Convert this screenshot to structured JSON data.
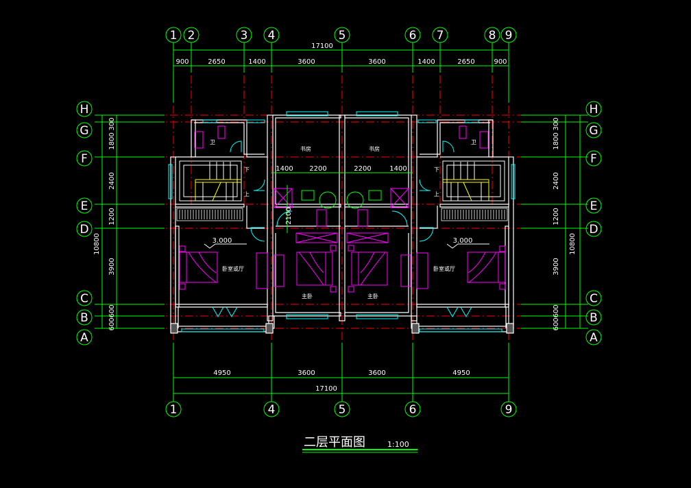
{
  "colors": {
    "background": "#000000",
    "grid_bubble": "#00ff00",
    "dimension": "#00ff00",
    "axis": "#ff0000",
    "wall": "#ffffff",
    "window": "#00ffff",
    "furniture": "#ff00ff",
    "stair": "#ffff00",
    "text": "#ffffff"
  },
  "title": {
    "main": "二层平面图",
    "scale": "1:100"
  },
  "axes_x": {
    "top": [
      "1",
      "2",
      "3",
      "4",
      "5",
      "6",
      "7",
      "8",
      "9"
    ],
    "bottom": [
      "1",
      "4",
      "5",
      "6",
      "9"
    ]
  },
  "axes_y": [
    "H",
    "G",
    "F",
    "E",
    "D",
    "C",
    "B",
    "A"
  ],
  "dims_top": {
    "total": "17100",
    "segments": [
      "900",
      "2650",
      "1400",
      "3600",
      "3600",
      "1400",
      "2650",
      "900"
    ]
  },
  "dims_bottom": {
    "total": "17100",
    "segments": [
      "4950",
      "3600",
      "3600",
      "4950"
    ]
  },
  "dims_left": {
    "total": "10800",
    "segments": [
      "300",
      "1800",
      "2400",
      "1200",
      "3900",
      "600",
      "600"
    ]
  },
  "dims_right": {
    "total": "10800",
    "segments": [
      "300",
      "1800",
      "2400",
      "1200",
      "3900",
      "600",
      "600"
    ]
  },
  "inner_dims": [
    "1400",
    "2200",
    "2200",
    "1400",
    "2100"
  ],
  "levels": [
    "3.000",
    "3.000"
  ],
  "rooms": {
    "study_left": "书房",
    "study_right": "书房",
    "bedroom_left": "卧室或厅",
    "bedroom_right": "卧室或厅",
    "master_left": "主卧",
    "master_right": "主卧",
    "wc_left": "卫",
    "wc_right": "卫"
  },
  "stair_labels": {
    "down": "下",
    "up": "上"
  }
}
